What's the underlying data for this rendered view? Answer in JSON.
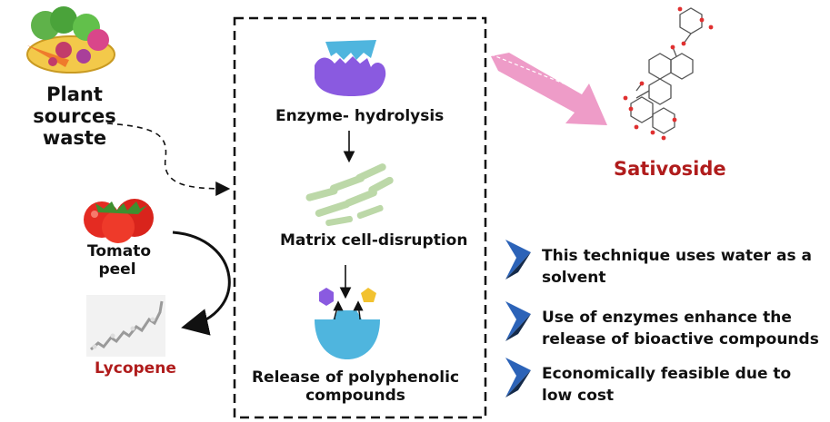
{
  "left": {
    "plant_label": "Plant sources\nwaste",
    "tomato_label": "Tomato\npeel",
    "lycopene_label": "Lycopene"
  },
  "process": {
    "step1": "Enzyme- hydrolysis",
    "step2": "Matrix cell-disruption",
    "step3": "Release of polyphenolic compounds"
  },
  "product": {
    "sativoside_label": "Sativoside"
  },
  "bullets": [
    {
      "text": "This technique uses water as a solvent"
    },
    {
      "text": "Use of enzymes enhance the release of bioactive compounds"
    },
    {
      "text": "Economically feasible due to low cost"
    }
  ],
  "colors": {
    "accent_red": "#b01c1c",
    "enzyme_purple": "#8a5ae0",
    "enzyme_blue": "#4fb5de",
    "bullet_navy": "#1f3c6e",
    "arrow_pink": "#ee9cc8"
  }
}
